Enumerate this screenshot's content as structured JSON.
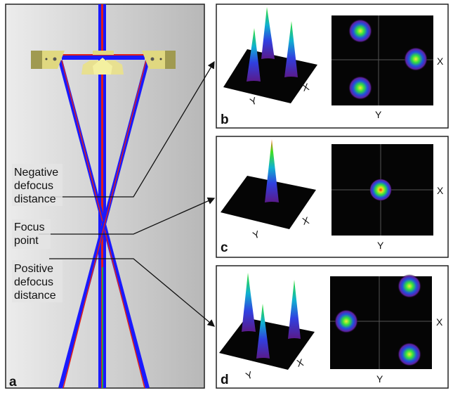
{
  "panels": {
    "a": {
      "label": "a"
    },
    "b": {
      "label": "b"
    },
    "c": {
      "label": "c"
    },
    "d": {
      "label": "d"
    }
  },
  "annotations": {
    "negative": [
      "Negative",
      "defocus",
      "distance"
    ],
    "focus": [
      "Focus",
      "point"
    ],
    "positive": [
      "Positive",
      "defocus",
      "distance"
    ]
  },
  "axes": {
    "x": "X",
    "y": "Y"
  },
  "colors": {
    "beam_blue": "#1a1aff",
    "beam_red": "#e0201a",
    "mount": "#d8d070",
    "heat_bg": "#050505"
  }
}
